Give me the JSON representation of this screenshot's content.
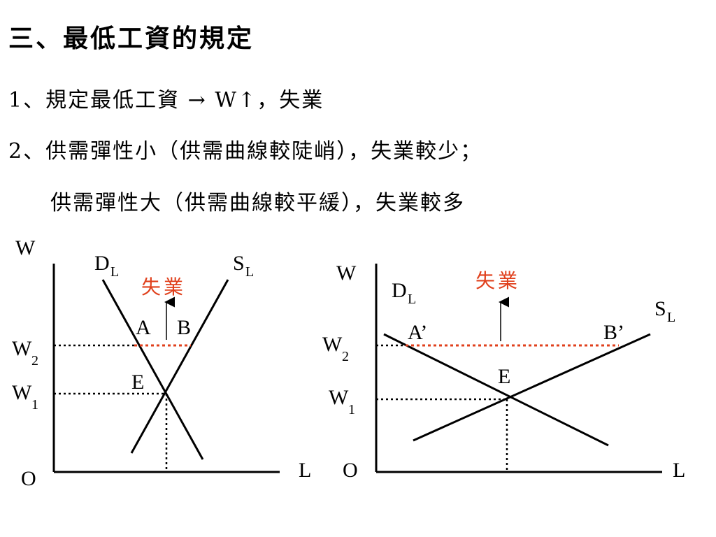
{
  "heading": "三、最低工資的規定",
  "points": [
    "1、規定最低工資 → W↑，失業",
    "2、供需彈性小（供需曲線較陡峭），失業較少；",
    "供需彈性大（供需曲線較平緩），失業較多"
  ],
  "left_graph": {
    "y_axis": "W",
    "x_axis": "L",
    "origin": "O",
    "demand": {
      "main": "D",
      "sub": "L"
    },
    "supply": {
      "main": "S",
      "sub": "L"
    },
    "w2": {
      "main": "W",
      "sub": "2"
    },
    "w1": {
      "main": "W",
      "sub": "1"
    },
    "point_a": "A",
    "point_b": "B",
    "point_e": "E",
    "unemployment": "失業"
  },
  "right_graph": {
    "y_axis": "W",
    "x_axis": "L",
    "origin": "O",
    "demand": {
      "main": "D",
      "sub": "L"
    },
    "supply": {
      "main": "S",
      "sub": "L"
    },
    "w2": {
      "main": "W",
      "sub": "2"
    },
    "w1": {
      "main": "W",
      "sub": "1"
    },
    "point_a": "A’",
    "point_b": "B’",
    "point_e": "E",
    "unemployment": "失業"
  },
  "colors": {
    "axis": "#000000",
    "gap": "#e0401c"
  }
}
